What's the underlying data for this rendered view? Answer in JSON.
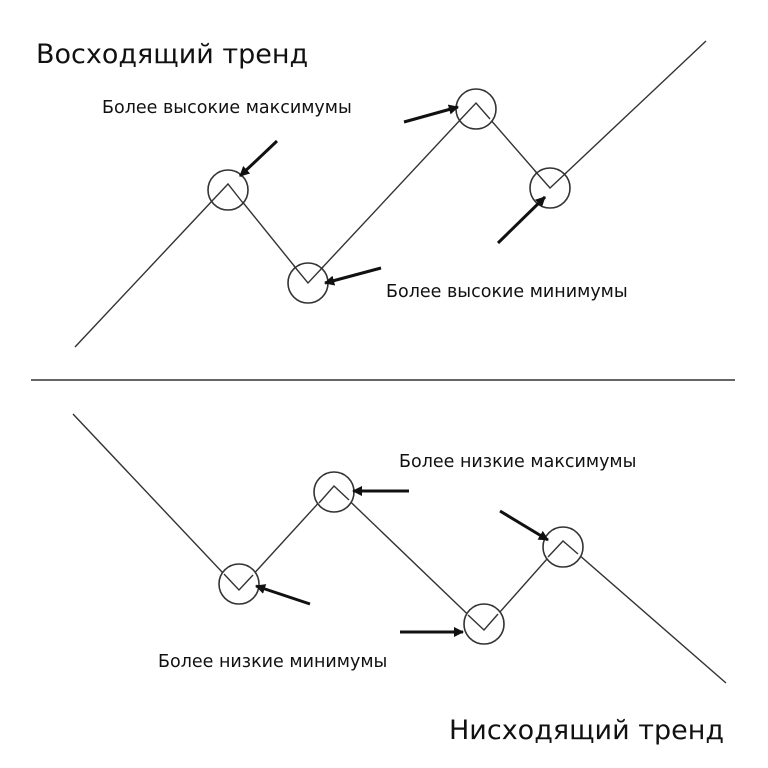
{
  "upper": {
    "title": "Восходящий тренд",
    "label_highs": "Более высокие максимумы",
    "label_lows": "Более высокие минимумы"
  },
  "lower": {
    "title": "Нисходящий тренд",
    "label_highs": "Более низкие максимумы",
    "label_lows": "Более низкие минимумы"
  },
  "colors": {
    "line": "#333333",
    "circle": "#333333",
    "arrow": "#111111",
    "divider": "#333333"
  }
}
